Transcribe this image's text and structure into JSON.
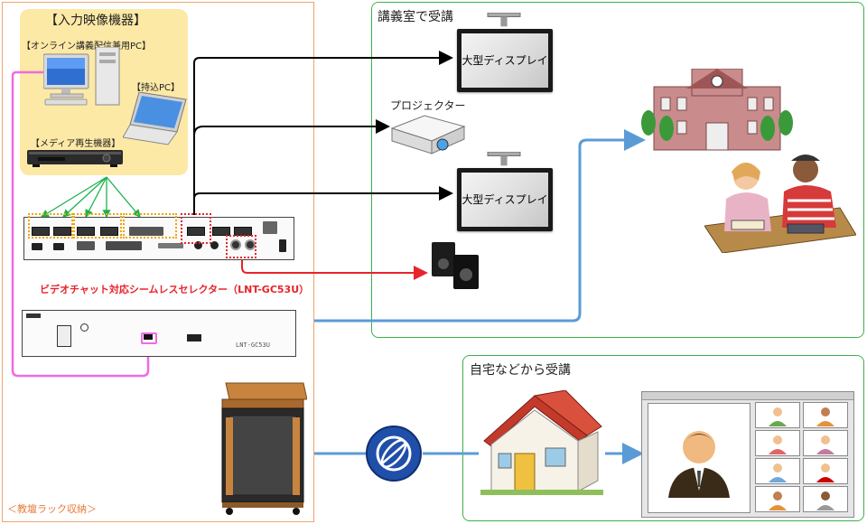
{
  "input_group": {
    "title": "【入力映像機器】",
    "online_pc": "【オンライン講義配信兼用PC】",
    "laptop": "【持込PC】",
    "media_player": "【メディア再生機器】"
  },
  "selector_label": "ビデオチャット対応シームレスセレクター（LNT-GC53U）",
  "rear_panel_model": "LNT-GC53U",
  "rack_label": "＜教壇ラック収納＞",
  "lecture_room": {
    "title": "講義室で受講",
    "display_top": "大型ディスプレイ",
    "projector": "プロジェクター",
    "display_bottom": "大型ディスプレイ"
  },
  "home": {
    "title": "自宅などから受講"
  },
  "colors": {
    "rack_border": "#f2a46e",
    "input_bg": "#fde9a6",
    "room_border": "#3bb24b",
    "usb_line": "#f06ae6",
    "audio_line": "#e8232a",
    "net_line": "#5b9bd5",
    "input_arrow": "#19b34c",
    "video_arrow": "#000000",
    "selector_label": "#e8232a"
  },
  "icons": [
    "desktop-pc",
    "laptop",
    "media-player",
    "projector",
    "speaker",
    "school-building",
    "students",
    "house",
    "globe-network",
    "video-call-screen",
    "lectern"
  ]
}
